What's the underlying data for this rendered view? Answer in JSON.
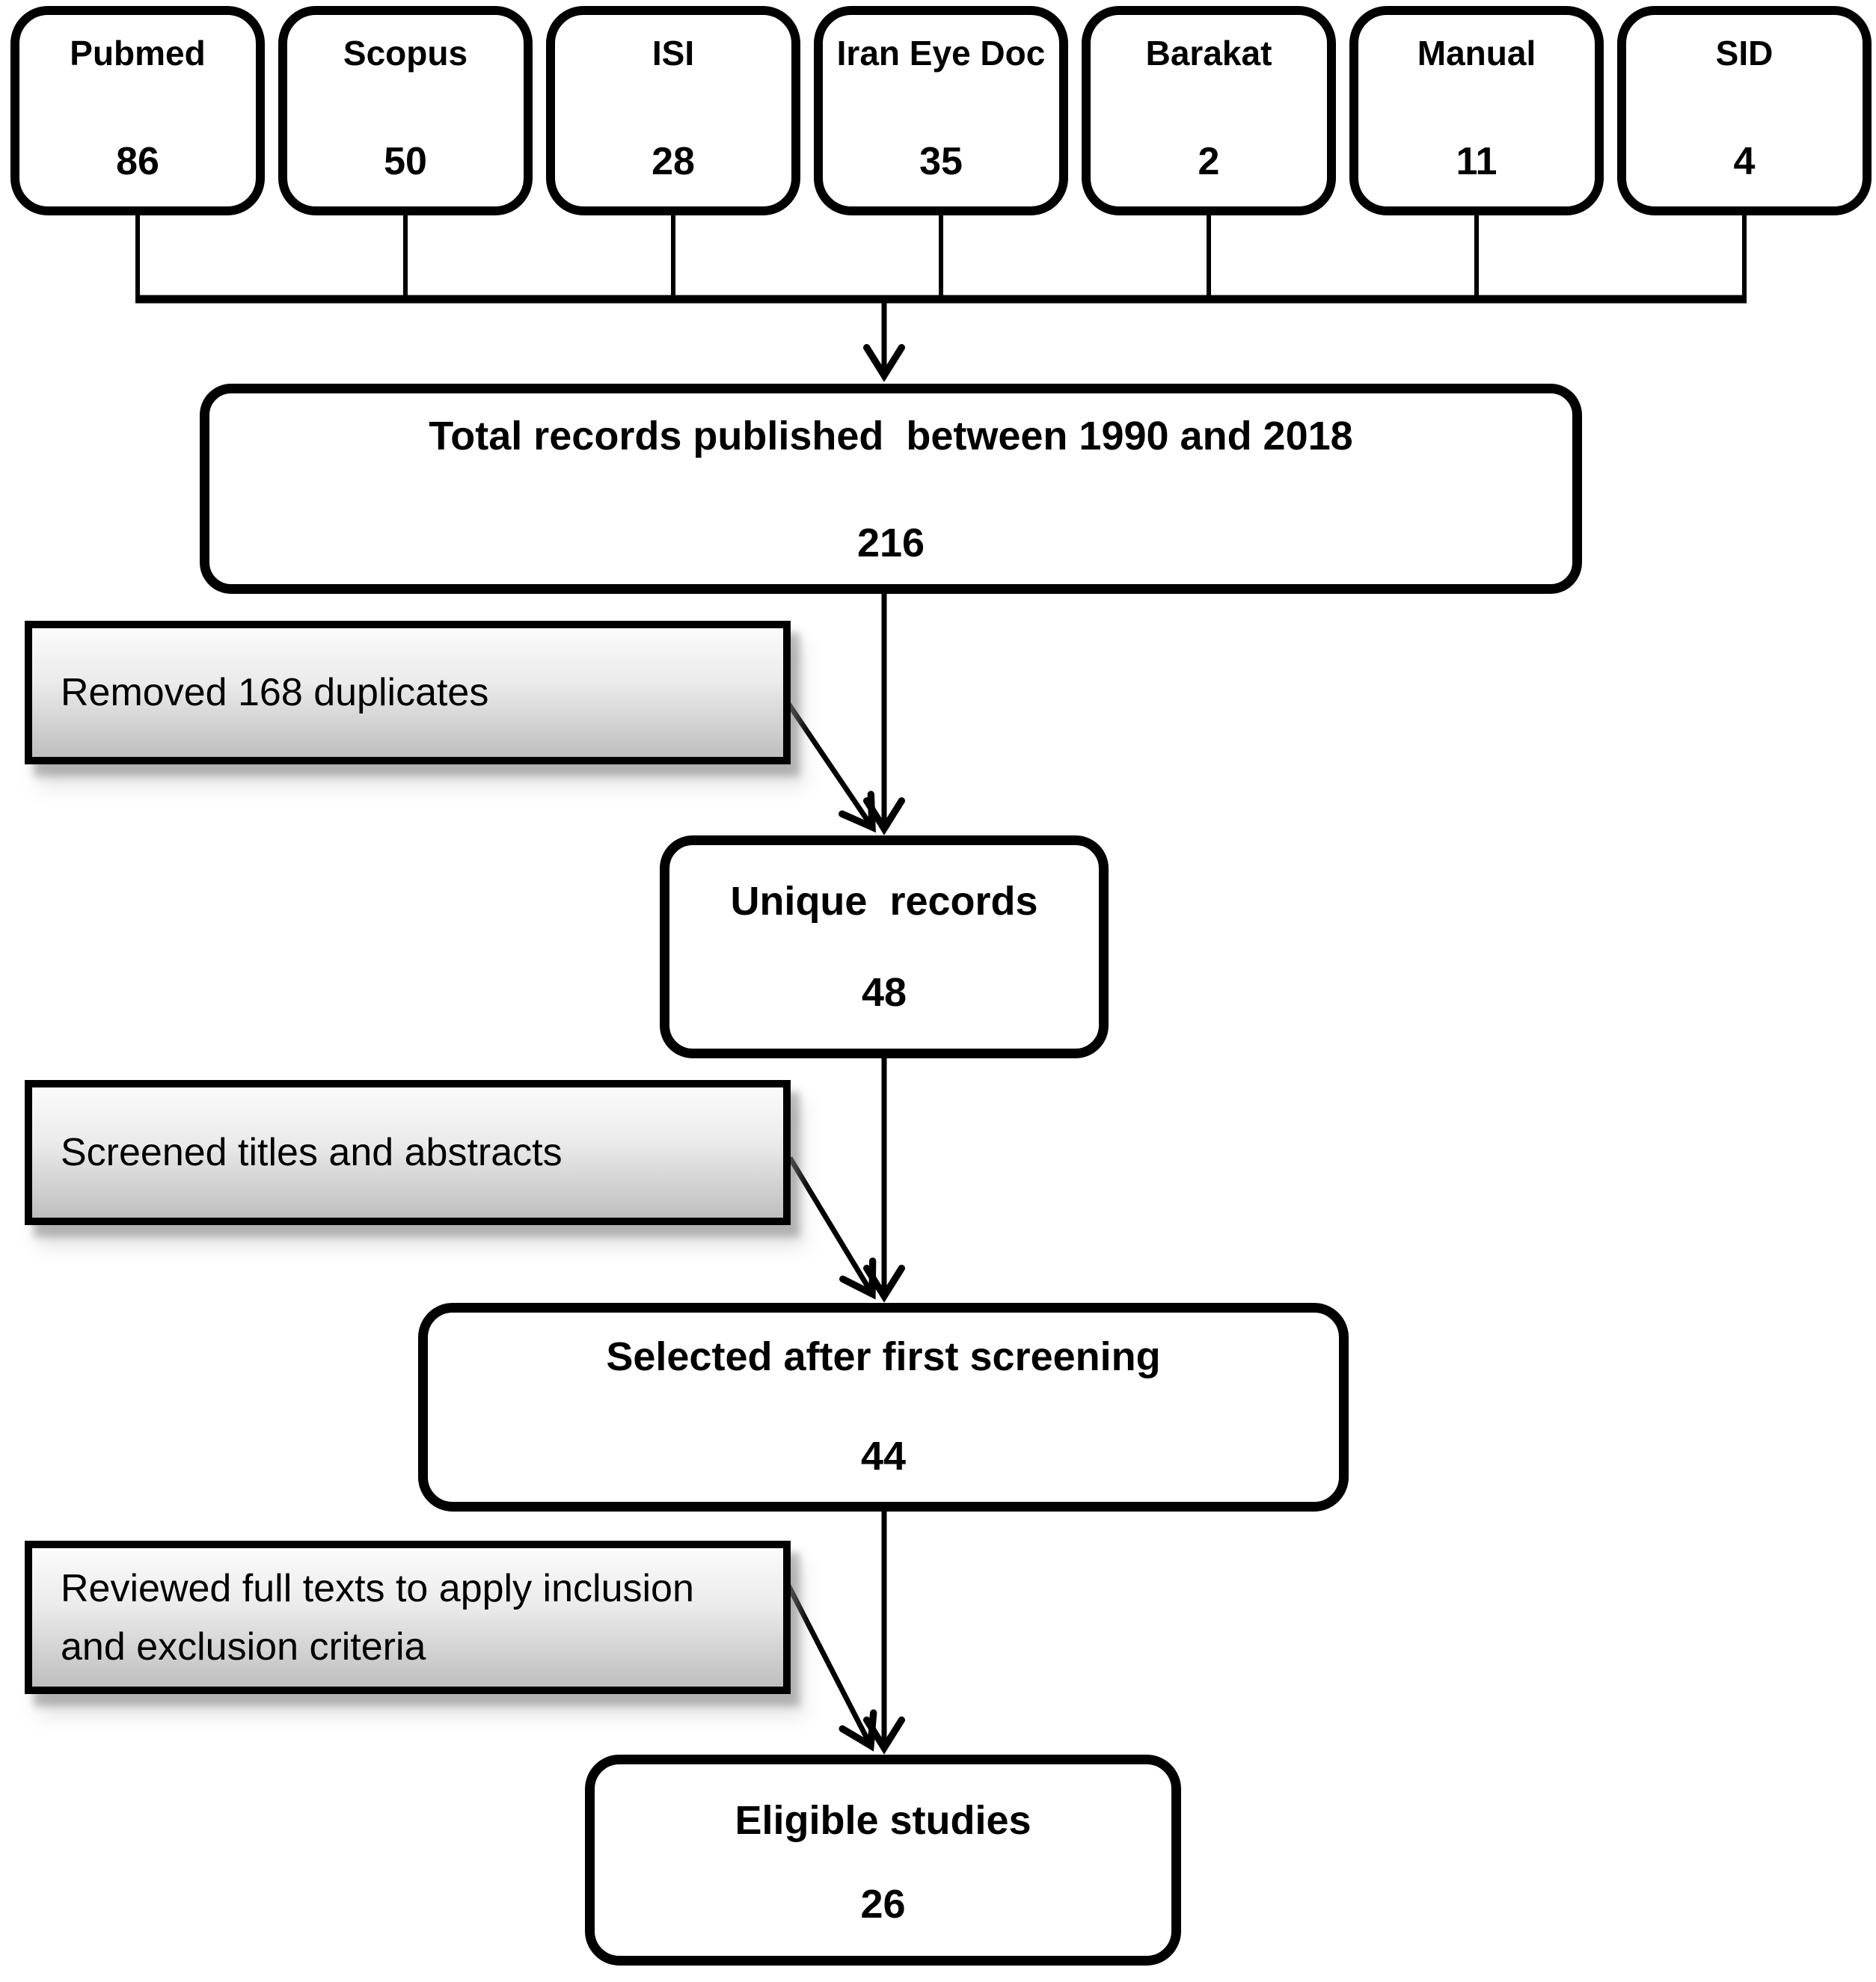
{
  "figure": {
    "sources": [
      {
        "label": "Pubmed",
        "count": "86"
      },
      {
        "label": "Scopus",
        "count": "50"
      },
      {
        "label": "ISI",
        "count": "28"
      },
      {
        "label": "Iran Eye Doc",
        "count": "35"
      },
      {
        "label": "Barakat",
        "count": "2"
      },
      {
        "label": "Manual",
        "count": "11"
      },
      {
        "label": "SID",
        "count": "4"
      }
    ],
    "stages": [
      {
        "label": "Total records published  between 1990 and 2018",
        "count": "216"
      },
      {
        "label": "Unique  records",
        "count": "48"
      },
      {
        "label": "Selected after first screening",
        "count": "44"
      },
      {
        "label": "Eligible studies",
        "count": "26"
      }
    ],
    "actions": [
      {
        "label": "Removed 168 duplicates"
      },
      {
        "label": "Screened titles and abstracts"
      },
      {
        "label": "Reviewed full texts to apply inclusion and exclusion criteria"
      }
    ],
    "colors": {
      "line": "#000000",
      "box_border": "#000000",
      "box_fill": "#ffffff",
      "action_fill_top": "#fbfbfb",
      "action_fill_bottom": "#bfbfbf"
    }
  }
}
